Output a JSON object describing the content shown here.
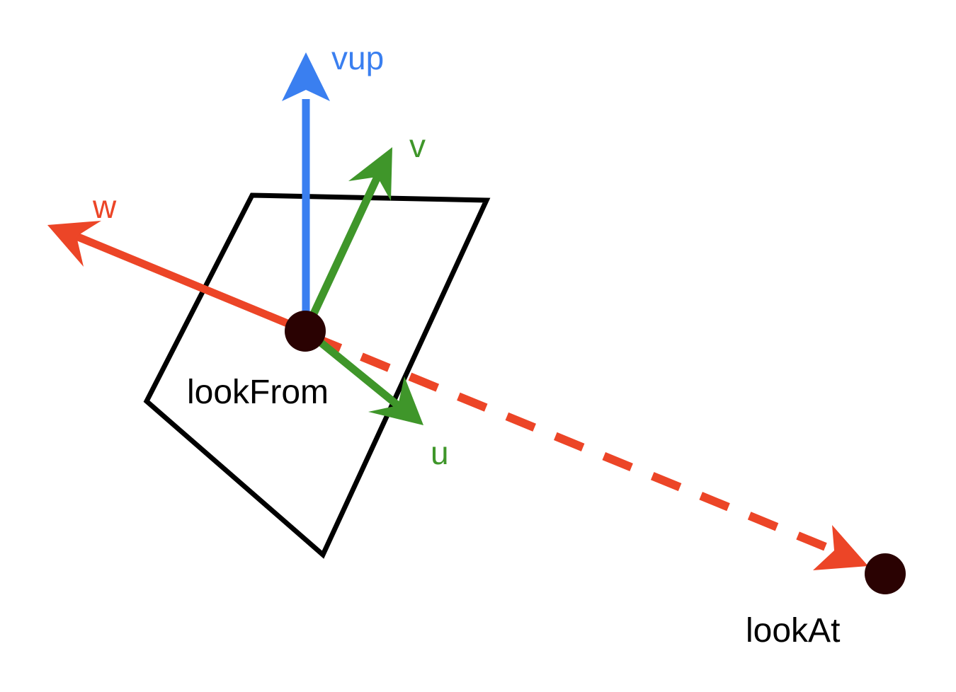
{
  "labels": {
    "vup": "vup",
    "v": "v",
    "w": "w",
    "u": "u",
    "look_from": "lookFrom",
    "look_at": "lookAt"
  },
  "colors": {
    "vup": "#3a7ff0",
    "v": "#3f962a",
    "u": "#3f962a",
    "w": "#ec4527",
    "plane": "#000000",
    "point": "#2a0202",
    "text": "#000000"
  }
}
